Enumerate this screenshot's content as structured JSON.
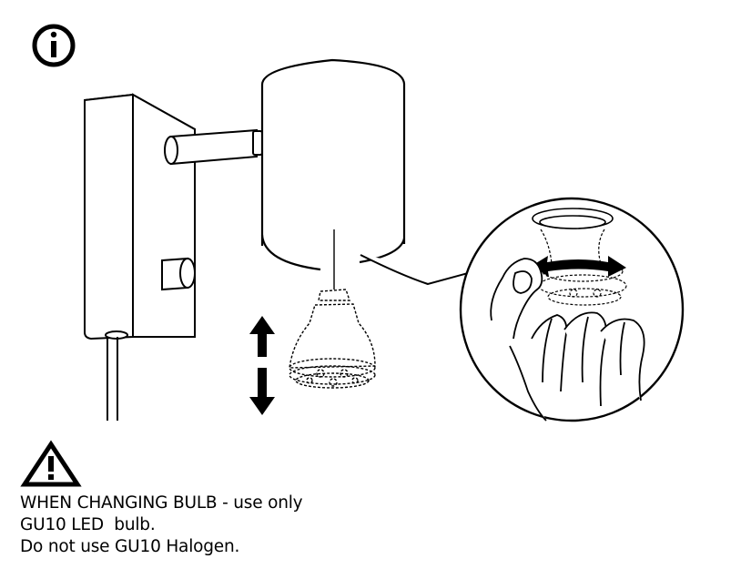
{
  "info_icon": {
    "name": "info-icon",
    "glyph": "i"
  },
  "warning_icon": {
    "name": "warning-triangle-icon",
    "glyph": "!"
  },
  "warning": {
    "lines": [
      "WHEN CHANGING BULB - use only",
      "GU10 LED  bulb.",
      "Do not use GU10 Halogen."
    ]
  },
  "colors": {
    "ink": "#000000",
    "paper": "#ffffff"
  }
}
